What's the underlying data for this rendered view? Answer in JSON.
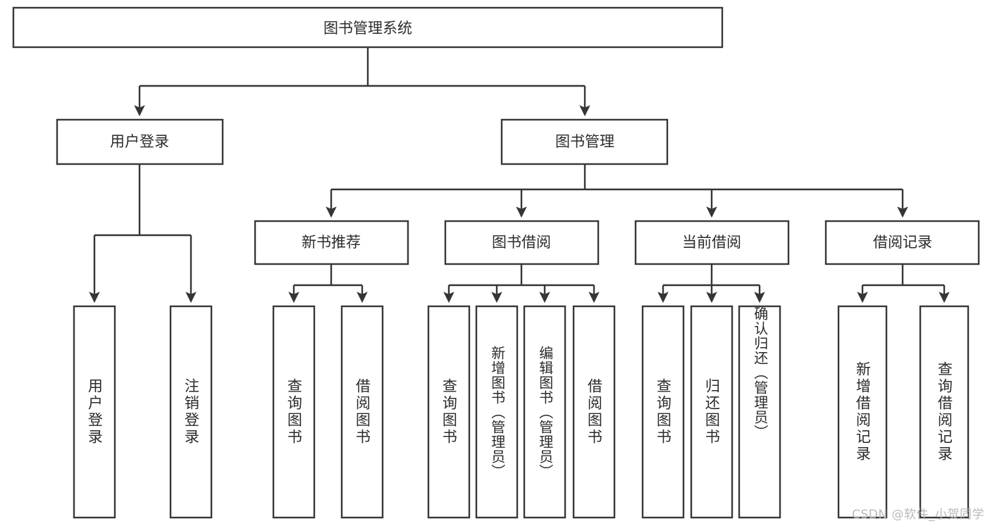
{
  "diagram": {
    "title": "图书管理系统",
    "type": "tree",
    "watermark": "CSDN @软件_小贺同学",
    "colors": {
      "stroke": "#36393b",
      "fill": "#ffffff",
      "text": "#2b2b2b",
      "watermark": "#b9b9b9"
    },
    "levels": {
      "root": {
        "label": "图书管理系统"
      },
      "level2": [
        {
          "label": "用户登录"
        },
        {
          "label": "图书管理"
        }
      ],
      "level3": [
        {
          "label": "新书推荐"
        },
        {
          "label": "图书借阅"
        },
        {
          "label": "当前借阅"
        },
        {
          "label": "借阅记录"
        }
      ],
      "leaves": [
        {
          "label": "用户登录",
          "parent": "用户登录"
        },
        {
          "label": "注销登录",
          "parent": "用户登录"
        },
        {
          "label": "查询图书",
          "parent": "新书推荐"
        },
        {
          "label": "借阅图书",
          "parent": "新书推荐"
        },
        {
          "label": "查询图书",
          "parent": "图书借阅"
        },
        {
          "label": "新增图书（管理员）",
          "parent": "图书借阅"
        },
        {
          "label": "编辑图书（管理员）",
          "parent": "图书借阅"
        },
        {
          "label": "借阅图书",
          "parent": "图书借阅"
        },
        {
          "label": "查询图书",
          "parent": "当前借阅"
        },
        {
          "label": "归还图书",
          "parent": "当前借阅"
        },
        {
          "label": "确认归还（管理员）",
          "parent": "当前借阅"
        },
        {
          "label": "新增借阅记录",
          "parent": "借阅记录"
        },
        {
          "label": "查询借阅记录",
          "parent": "借阅记录"
        }
      ]
    }
  }
}
